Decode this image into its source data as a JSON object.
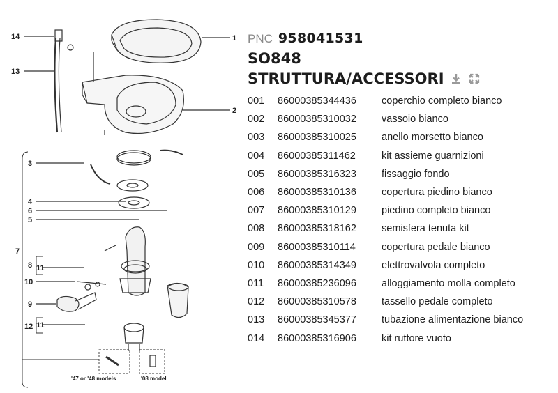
{
  "header": {
    "pnc_label": "PNC",
    "pnc_value": "958041531",
    "model": "SO848",
    "section": "STRUTTURA/ACCESSORI"
  },
  "toolbar": {
    "download_icon": "download-icon",
    "expand_icon": "expand-icon"
  },
  "diagram": {
    "callouts": [
      "1",
      "2",
      "3",
      "4",
      "5",
      "6",
      "7",
      "8",
      "9",
      "10",
      "11",
      "11",
      "12",
      "13",
      "14"
    ],
    "caption_left": "'47 or '48 models",
    "caption_right": "'08 model"
  },
  "parts": [
    {
      "num": "001",
      "code": "86000385344436",
      "desc": "coperchio completo bianco"
    },
    {
      "num": "002",
      "code": "86000385310032",
      "desc": "vassoio bianco"
    },
    {
      "num": "003",
      "code": "86000385310025",
      "desc": "anello morsetto bianco"
    },
    {
      "num": "004",
      "code": "86000385311462",
      "desc": "kit assieme guarnizioni"
    },
    {
      "num": "005",
      "code": "86000385316323",
      "desc": "fissaggio fondo"
    },
    {
      "num": "006",
      "code": "86000385310136",
      "desc": "copertura piedino bianco"
    },
    {
      "num": "007",
      "code": "86000385310129",
      "desc": "piedino completo bianco"
    },
    {
      "num": "008",
      "code": "86000385318162",
      "desc": "semisfera tenuta kit"
    },
    {
      "num": "009",
      "code": "86000385310114",
      "desc": "copertura pedale bianco"
    },
    {
      "num": "010",
      "code": "86000385314349",
      "desc": "elettrovalvola completo"
    },
    {
      "num": "011",
      "code": "86000385236096",
      "desc": "alloggiamento molla completo"
    },
    {
      "num": "012",
      "code": "86000385310578",
      "desc": "tassello pedale completo"
    },
    {
      "num": "013",
      "code": "86000385345377",
      "desc": "tubazione alimentazione bianco"
    },
    {
      "num": "014",
      "code": "86000385316906",
      "desc": "kit ruttore vuoto"
    }
  ]
}
